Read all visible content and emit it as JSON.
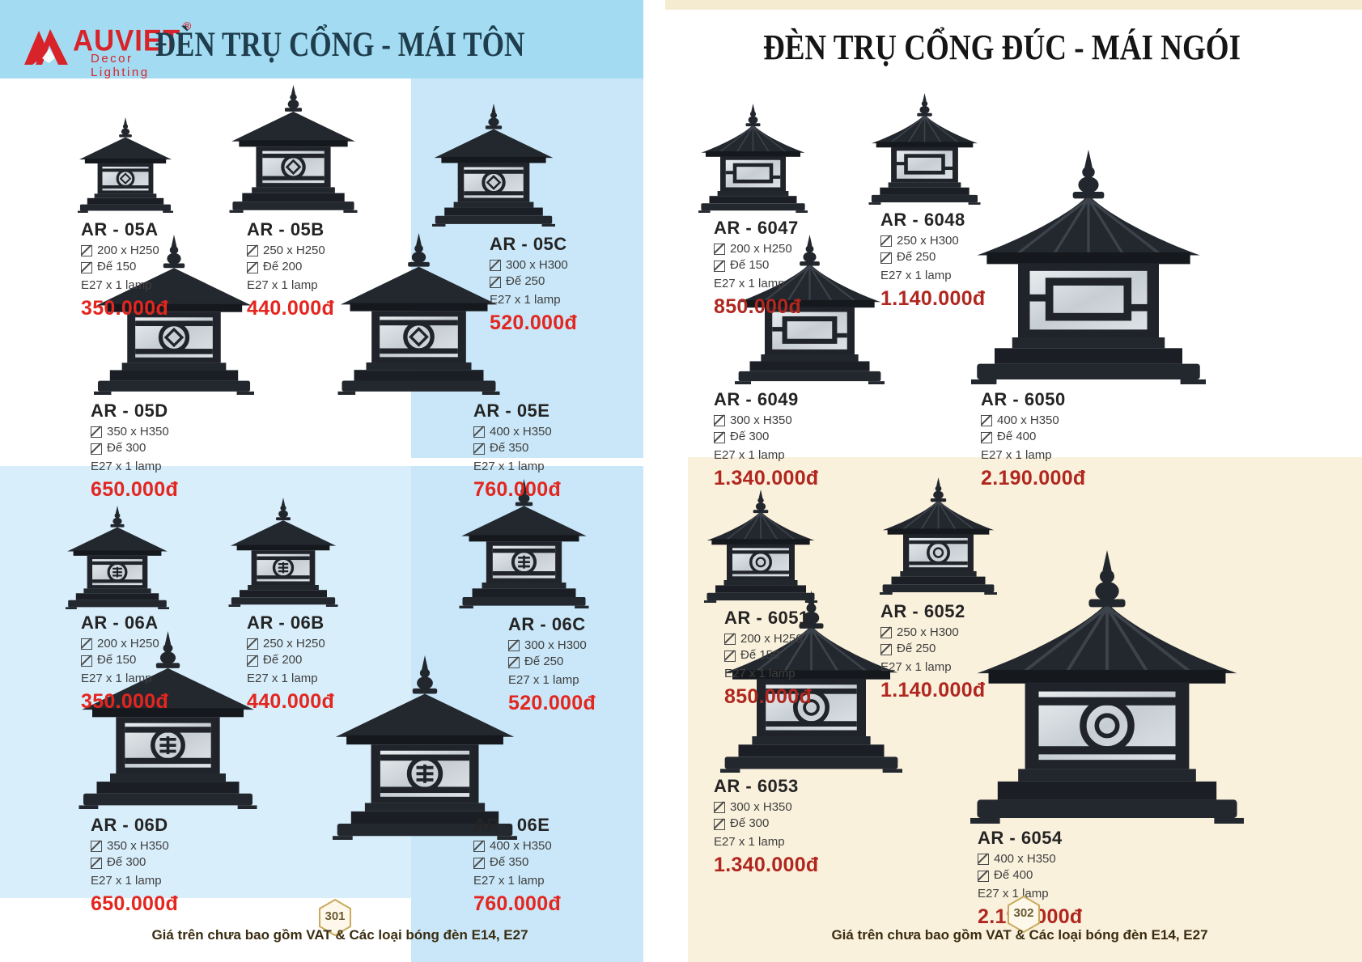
{
  "pages": {
    "left": {
      "logo": {
        "brand": "AUVIET",
        "reg": "®",
        "sub": "Decor Lighting"
      },
      "title": "ĐÈN TRỤ CỔNG - MÁI TÔN",
      "page_number": "301",
      "footer_note": "Giá trên chưa bao gồm VAT & Các loại bóng đèn E14, E27"
    },
    "right": {
      "title": "ĐÈN TRỤ CỔNG ĐÚC - MÁI NGÓI",
      "page_number": "302",
      "footer_note": "Giá trên chưa bao gồm VAT & Các loại bóng đèn E14, E27"
    }
  },
  "colors": {
    "brand_red": "#d8232a",
    "price_left": "#e3261f",
    "price_right": "#b0271f",
    "blue_header": "#a3dcf2",
    "blue_col": "#c9e7f8",
    "blue_soft": "#d8eefb",
    "cream": "#faf1dc",
    "cream_strip": "#f5ebd1"
  },
  "products": [
    {
      "code": "AR - 05A",
      "size": "200 x H250",
      "base": "Đế 150",
      "lamp": "E27 x 1 lamp",
      "price": "350.000đ"
    },
    {
      "code": "AR - 05B",
      "size": "250 x H250",
      "base": "Đế 200",
      "lamp": "E27 x 1 lamp",
      "price": "440.000đ"
    },
    {
      "code": "AR - 05C",
      "size": "300 x H300",
      "base": "Đế 250",
      "lamp": "E27 x 1 lamp",
      "price": "520.000đ"
    },
    {
      "code": "AR - 05D",
      "size": "350 x H350",
      "base": "Đế 300",
      "lamp": "E27 x 1 lamp",
      "price": "650.000đ"
    },
    {
      "code": "AR - 05E",
      "size": "400 x H350",
      "base": "Đế 350",
      "lamp": "E27 x 1 lamp",
      "price": "760.000đ"
    },
    {
      "code": "AR - 06A",
      "size": "200 x H250",
      "base": "Đế 150",
      "lamp": "E27 x 1 lamp",
      "price": "350.000đ"
    },
    {
      "code": "AR - 06B",
      "size": "250 x H250",
      "base": "Đế 200",
      "lamp": "E27 x 1 lamp",
      "price": "440.000đ"
    },
    {
      "code": "AR - 06C",
      "size": "300 x H300",
      "base": "Đế 250",
      "lamp": "E27 x 1 lamp",
      "price": "520.000đ"
    },
    {
      "code": "AR - 06D",
      "size": "350 x H350",
      "base": "Đế 300",
      "lamp": "E27 x 1 lamp",
      "price": "650.000đ"
    },
    {
      "code": "AR - 06E",
      "size": "400 x H350",
      "base": "Đế 350",
      "lamp": "E27 x 1 lamp",
      "price": "760.000đ"
    },
    {
      "code": "AR - 6047",
      "size": "200 x H250",
      "base": "Đế 150",
      "lamp": "E27 x 1 lamp",
      "price": "850.000đ"
    },
    {
      "code": "AR - 6048",
      "size": "250 x H300",
      "base": "Đế 250",
      "lamp": "E27 x 1 lamp",
      "price": "1.140.000đ"
    },
    {
      "code": "AR - 6049",
      "size": "300 x H350",
      "base": "Đế 300",
      "lamp": "E27 x 1 lamp",
      "price": "1.340.000đ"
    },
    {
      "code": "AR - 6050",
      "size": "400 x H350",
      "base": "Đế 400",
      "lamp": "E27 x 1 lamp",
      "price": "2.190.000đ"
    },
    {
      "code": "AR - 6051",
      "size": "200 x H250",
      "base": "Đế 150",
      "lamp": "E27 x 1 lamp",
      "price": "850.000đ"
    },
    {
      "code": "AR - 6052",
      "size": "250 x H300",
      "base": "Đế 250",
      "lamp": "E27 x 1 lamp",
      "price": "1.140.000đ"
    },
    {
      "code": "AR - 6053",
      "size": "300 x H350",
      "base": "Đế 300",
      "lamp": "E27 x 1 lamp",
      "price": "1.340.000đ"
    },
    {
      "code": "AR - 6054",
      "size": "400 x H350",
      "base": "Đế 400",
      "lamp": "E27 x 1 lamp",
      "price": "2.190.000đ"
    }
  ]
}
